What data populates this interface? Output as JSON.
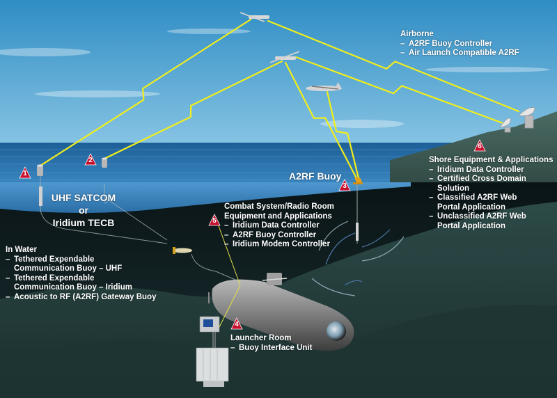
{
  "colors": {
    "sky_top": "#2f8dc4",
    "sky_bottom": "#8ec8e6",
    "sea_surface": "#2a6fa8",
    "sea_shallow": "#3f86bf",
    "deep_water": "#0f1f20",
    "seafloor": "#2c4a48",
    "lightning": "#f2ee1a",
    "marker_red": "#c8102e",
    "label_text": "#ffffff"
  },
  "markers": [
    "1",
    "2",
    "3",
    "4",
    "5",
    "6"
  ],
  "labels": {
    "airborne": {
      "heading": "Airborne",
      "items": [
        "A2RF Buoy Controller",
        "Air Launch Compatible A2RF"
      ]
    },
    "shore": {
      "heading": "Shore Equipment & Applications",
      "items": [
        "Iridium Data Controller",
        "Certified Cross Domain Solution",
        "Classified A2RF Web Portal Application",
        "Unclassified A2RF Web Portal Application"
      ]
    },
    "a2rf_buoy": "A2RF Buoy",
    "uhf_satcom": [
      "UHF SATCOM",
      "or",
      "Iridium TECB"
    ],
    "combat_system": {
      "heading": [
        "Combat System/Radio Room",
        "Equipment and Applications"
      ],
      "items": [
        "Iridium Data Controller",
        "A2RF Buoy Controller",
        "Iridium Modem Controller"
      ]
    },
    "in_water": {
      "heading": "In Water",
      "items": [
        "Tethered Expendable Communication Buoy – UHF",
        "Tethered Expendable Communication Buoy – Iridium",
        "Acoustic to RF (A2RF) Gateway Buoy"
      ]
    },
    "launcher_room": {
      "heading": "Launcher Room",
      "items": [
        "Buoy Interface Unit"
      ]
    }
  }
}
